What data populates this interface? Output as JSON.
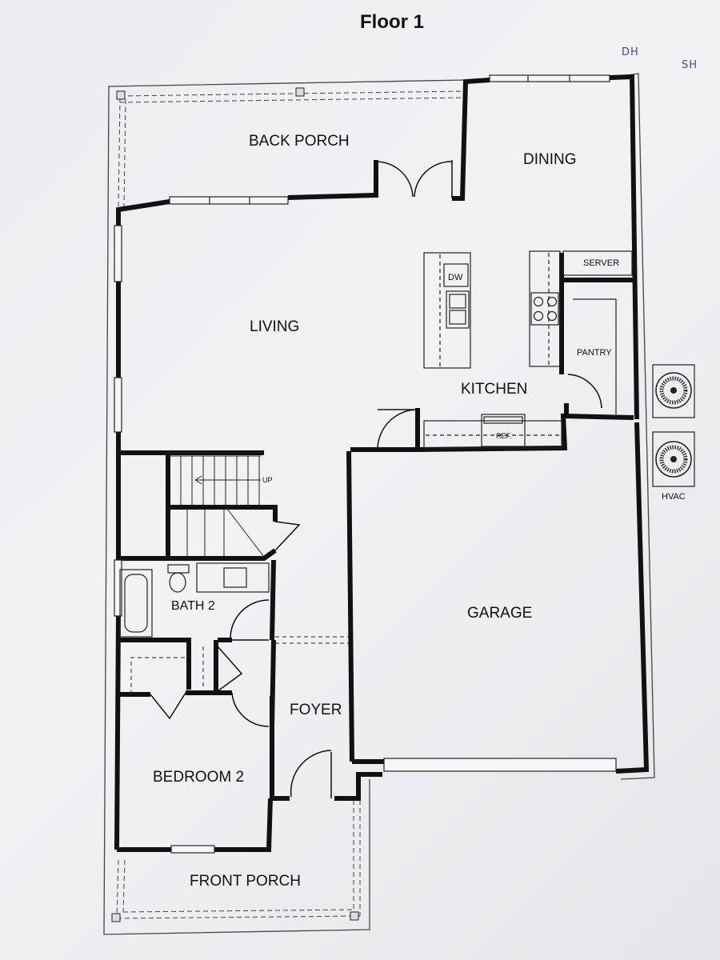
{
  "title": "Floor 1",
  "initials": [
    "DH",
    "SH"
  ],
  "rooms": {
    "back_porch": "BACK PORCH",
    "dining": "DINING",
    "living": "LIVING",
    "kitchen": "KITCHEN",
    "server": "SERVER",
    "pantry": "PANTRY",
    "dw": "DW",
    "ref": "REF.",
    "hvac": "HVAC",
    "up": "UP",
    "bath2": "BATH 2",
    "garage": "GARAGE",
    "foyer": "FOYER",
    "bedroom2": "BEDROOM 2",
    "front_porch": "FRONT PORCH"
  }
}
